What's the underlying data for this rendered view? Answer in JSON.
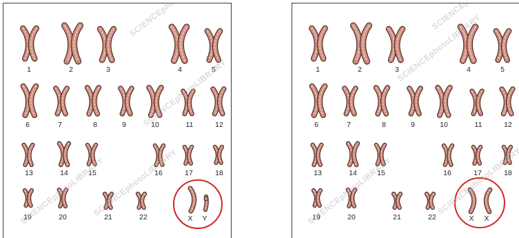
{
  "panels": [
    {
      "id": "male-karyotype",
      "watermark": "SCIENCEphotoLIBRARY",
      "labels": {
        "c1": "1",
        "c2": "2",
        "c3": "3",
        "c4": "4",
        "c5": "5",
        "c6": "6",
        "c7": "7",
        "c8": "8",
        "c9": "9",
        "c10": "10",
        "c11": "11",
        "c12": "12",
        "c13": "13",
        "c14": "14",
        "c15": "15",
        "c16": "16",
        "c17": "17",
        "c18": "18",
        "c19": "19",
        "c20": "20",
        "c21": "21",
        "c22": "22",
        "sx1": "X",
        "sx2": "Y"
      }
    },
    {
      "id": "female-karyotype",
      "watermark": "SCIENCEphotoLIBRARY",
      "labels": {
        "c1": "1",
        "c2": "2",
        "c3": "3",
        "c4": "4",
        "c5": "5",
        "c6": "6",
        "c7": "7",
        "c8": "8",
        "c9": "9",
        "c10": "10",
        "c11": "11",
        "c12": "12",
        "c13": "13",
        "c14": "14",
        "c15": "15",
        "c16": "16",
        "c17": "17",
        "c18": "18",
        "c19": "19",
        "c20": "20",
        "c21": "21",
        "c22": "22",
        "sx1": "X",
        "sx2": "X"
      }
    }
  ],
  "colors": {
    "chromosome_fill": "#c98c7e",
    "chromosome_stroke": "#4a2520",
    "circle": "#d62424",
    "border": "#3a3a3a"
  }
}
